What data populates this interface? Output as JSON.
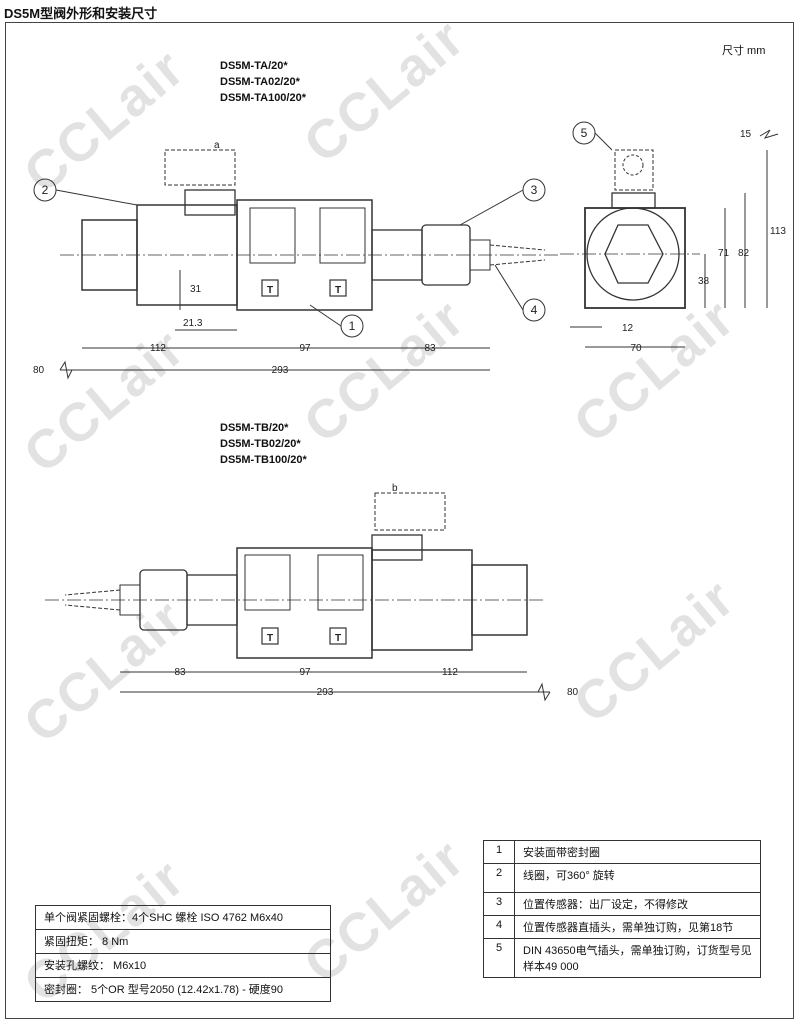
{
  "title": "DS5M型阀外形和安装尺寸",
  "units": "尺寸  mm",
  "top_models": [
    "DS5M-TA/20*",
    "DS5M-TA02/20*",
    "DS5M-TA100/20*"
  ],
  "bottom_models": [
    "DS5M-TB/20*",
    "DS5M-TB02/20*",
    "DS5M-TB100/20*"
  ],
  "top_view": {
    "connector_label": "a",
    "callouts": [
      "1",
      "2",
      "3",
      "4"
    ],
    "dims": {
      "d31": "31",
      "d21_3": "21.3",
      "d112": "112",
      "d97": "97",
      "d83": "83",
      "d80": "80",
      "d293": "293"
    }
  },
  "side_view": {
    "callout": "5",
    "dims": {
      "d15": "15",
      "d113": "113",
      "d82": "82",
      "d71": "71",
      "d38": "38",
      "d12": "12",
      "d70": "70"
    }
  },
  "bottom_view": {
    "connector_label": "b",
    "dims": {
      "d83": "83",
      "d97": "97",
      "d112": "112",
      "d293": "293",
      "d80": "80"
    }
  },
  "port_label": "T",
  "parts_table": [
    {
      "no": "1",
      "desc": "安装面带密封圈"
    },
    {
      "no": "2",
      "desc": "线圈，可360° 旋转"
    },
    {
      "no": "3",
      "desc": "位置传感器：出厂设定，不得修改"
    },
    {
      "no": "4",
      "desc": "位置传感器直插头，需单独订购，见第18节"
    },
    {
      "no": "5",
      "desc": "DIN 43650电气插头，需单独订购，订货型号见样本49 000"
    }
  ],
  "mount_table": [
    "单个阀紧固螺栓：4个SHC 螺栓 ISO 4762 M6x40",
    "紧固扭矩： 8 Nm",
    "安装孔螺纹： M6x10",
    "密封圈： 5个OR 型号2050 (12.42x1.78) - 硬度90"
  ],
  "watermark": "CCLair"
}
